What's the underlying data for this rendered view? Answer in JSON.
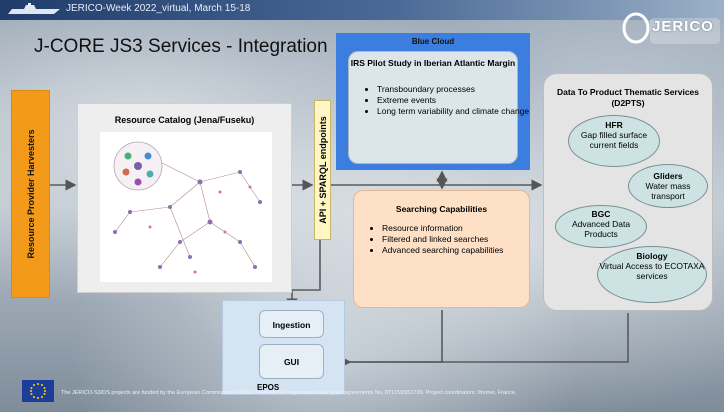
{
  "header": {
    "event": "JERICO-Week 2022_virtual, March 15-18",
    "title": "J-CORE JS3 Services - Integration",
    "logo_text": "JERICO"
  },
  "harvester": {
    "label": "Resource Provider Harvesters"
  },
  "catalog": {
    "title": "Resource Catalog (Jena/Fuseku)"
  },
  "api": {
    "label": "API + SPARQL endpoints"
  },
  "blue_cloud": {
    "title": "Blue Cloud",
    "irs": {
      "title": "IRS Pilot Study in Iberian Atlantic Margin",
      "items": [
        "Transboundary processes",
        "Extreme events",
        "Long term variability and climate change"
      ]
    }
  },
  "searching": {
    "title": "Searching Capabilities",
    "items": [
      "Resource information",
      "Filtered and linked searches",
      "Advanced searching capabilities"
    ]
  },
  "d2pts": {
    "title": "Data To Product Thematic Services (D2PTS)",
    "services": [
      {
        "name": "HFR",
        "desc": "Gap filled surface current fields"
      },
      {
        "name": "Gliders",
        "desc": "Water mass transport"
      },
      {
        "name": "BGC",
        "desc": "Advanced Data Products"
      },
      {
        "name": "Biology",
        "desc": "Virtual Access to ECOTAXA services"
      }
    ]
  },
  "epos": {
    "title": "EPOS",
    "ingestion": "Ingestion",
    "gui": "GUI"
  },
  "footer": {
    "text": "The JERICO-S3/DS projects are funded by the European Commission's H2020 Framework Programme under grant agreements No. 871153/951799. Project coordinators: Ifremer, France."
  },
  "colors": {
    "harvester": "#f39a1a",
    "blue_cloud": "#3c7de0",
    "searching": "#fde0c5",
    "d2pts": "#e4e4e4",
    "service_ellipse": "#cde3e3",
    "epos": "#d5e4f3",
    "api": "#fff6c4"
  }
}
